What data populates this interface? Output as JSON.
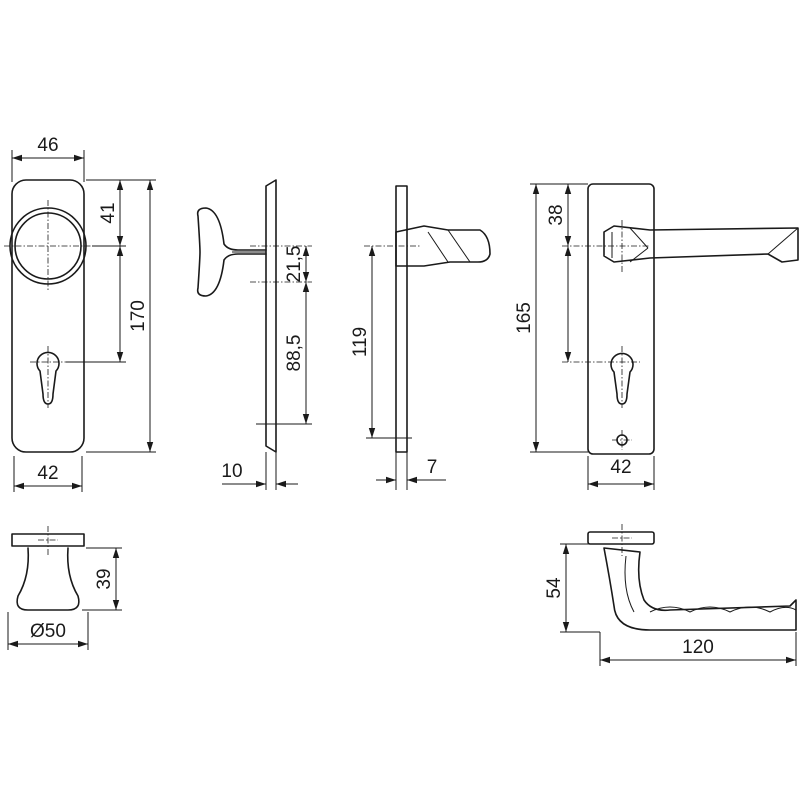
{
  "dimensions": {
    "knob_plate_width": "46",
    "knob_center_from_top": "41",
    "knob_plate_height": "170",
    "knob_plate_bottom_width": "42",
    "side_upper_offset": "21,5",
    "side_lower_offset": "88,5",
    "side_plate_thickness": "10",
    "lever_side_height": "119",
    "lever_side_thickness": "7",
    "lever_plate_height": "165",
    "lever_center_from_top": "38",
    "lever_plate_width": "42",
    "knob_height": "39",
    "knob_diameter": "Ø50",
    "lever_height": "54",
    "lever_length": "120"
  }
}
